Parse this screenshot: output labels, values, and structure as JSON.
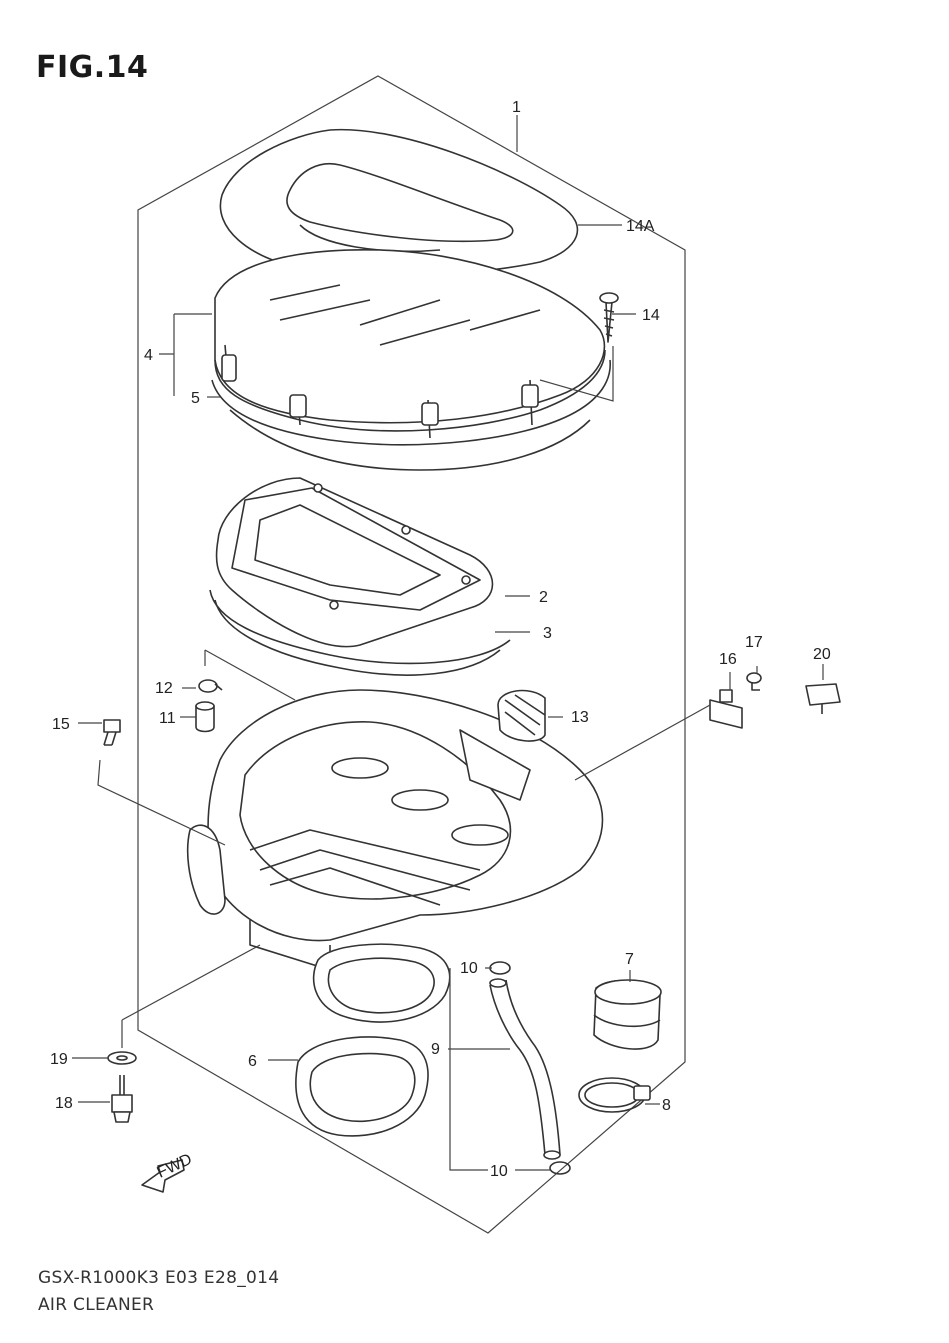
{
  "figure_title": "FIG.14",
  "footer": {
    "model_code": "GSX-R1000K3 E03 E28_014",
    "section_name": "AIR CLEANER"
  },
  "fwd_label": "FWD",
  "callouts": [
    {
      "id": "c1",
      "label": "1"
    },
    {
      "id": "c14a",
      "label": "14A"
    },
    {
      "id": "c14",
      "label": "14"
    },
    {
      "id": "c4",
      "label": "4"
    },
    {
      "id": "c5",
      "label": "5"
    },
    {
      "id": "c2",
      "label": "2"
    },
    {
      "id": "c3",
      "label": "3"
    },
    {
      "id": "c12",
      "label": "12"
    },
    {
      "id": "c11",
      "label": "11"
    },
    {
      "id": "c15",
      "label": "15"
    },
    {
      "id": "c13",
      "label": "13"
    },
    {
      "id": "c16",
      "label": "16"
    },
    {
      "id": "c17",
      "label": "17"
    },
    {
      "id": "c20",
      "label": "20"
    },
    {
      "id": "c7",
      "label": "7"
    },
    {
      "id": "c10a",
      "label": "10"
    },
    {
      "id": "c9",
      "label": "9"
    },
    {
      "id": "c6",
      "label": "6"
    },
    {
      "id": "c8",
      "label": "8"
    },
    {
      "id": "c10b",
      "label": "10"
    },
    {
      "id": "c19",
      "label": "19"
    },
    {
      "id": "c18",
      "label": "18"
    }
  ]
}
